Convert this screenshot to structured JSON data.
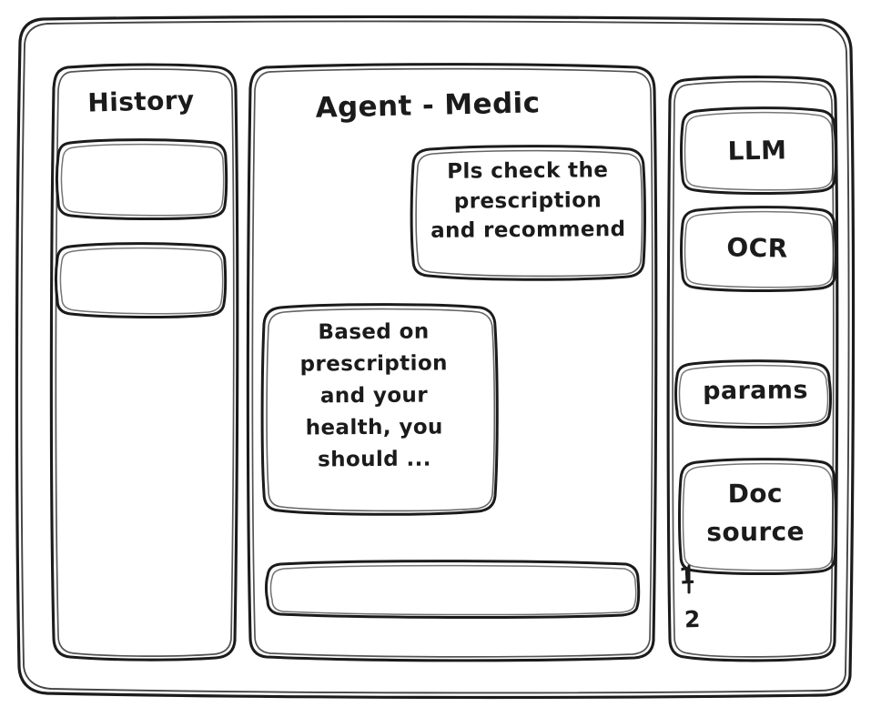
{
  "window": {
    "frame_label": "app-window"
  },
  "colors": {
    "ink": "#1b1b1b",
    "background": "#ffffff"
  },
  "sidebar_left": {
    "title": "History",
    "items": [
      {
        "label": ""
      },
      {
        "label": ""
      }
    ]
  },
  "main": {
    "title": "Agent - Medic",
    "messages": [
      {
        "role": "user",
        "text": "Pls check the\nprescription\nand recommend"
      },
      {
        "role": "assistant",
        "text": "Based on\nprescription\nand your\nhealth, you\nshould ..."
      }
    ],
    "composer": {
      "value": "",
      "placeholder": ""
    }
  },
  "sidebar_right": {
    "tools": [
      {
        "label": "LLM"
      },
      {
        "label": "OCR"
      }
    ],
    "params_label": "params",
    "doc_source": {
      "label": "Doc\nsource",
      "sources": [
        {
          "index": "1"
        },
        {
          "index": "2"
        }
      ]
    }
  }
}
